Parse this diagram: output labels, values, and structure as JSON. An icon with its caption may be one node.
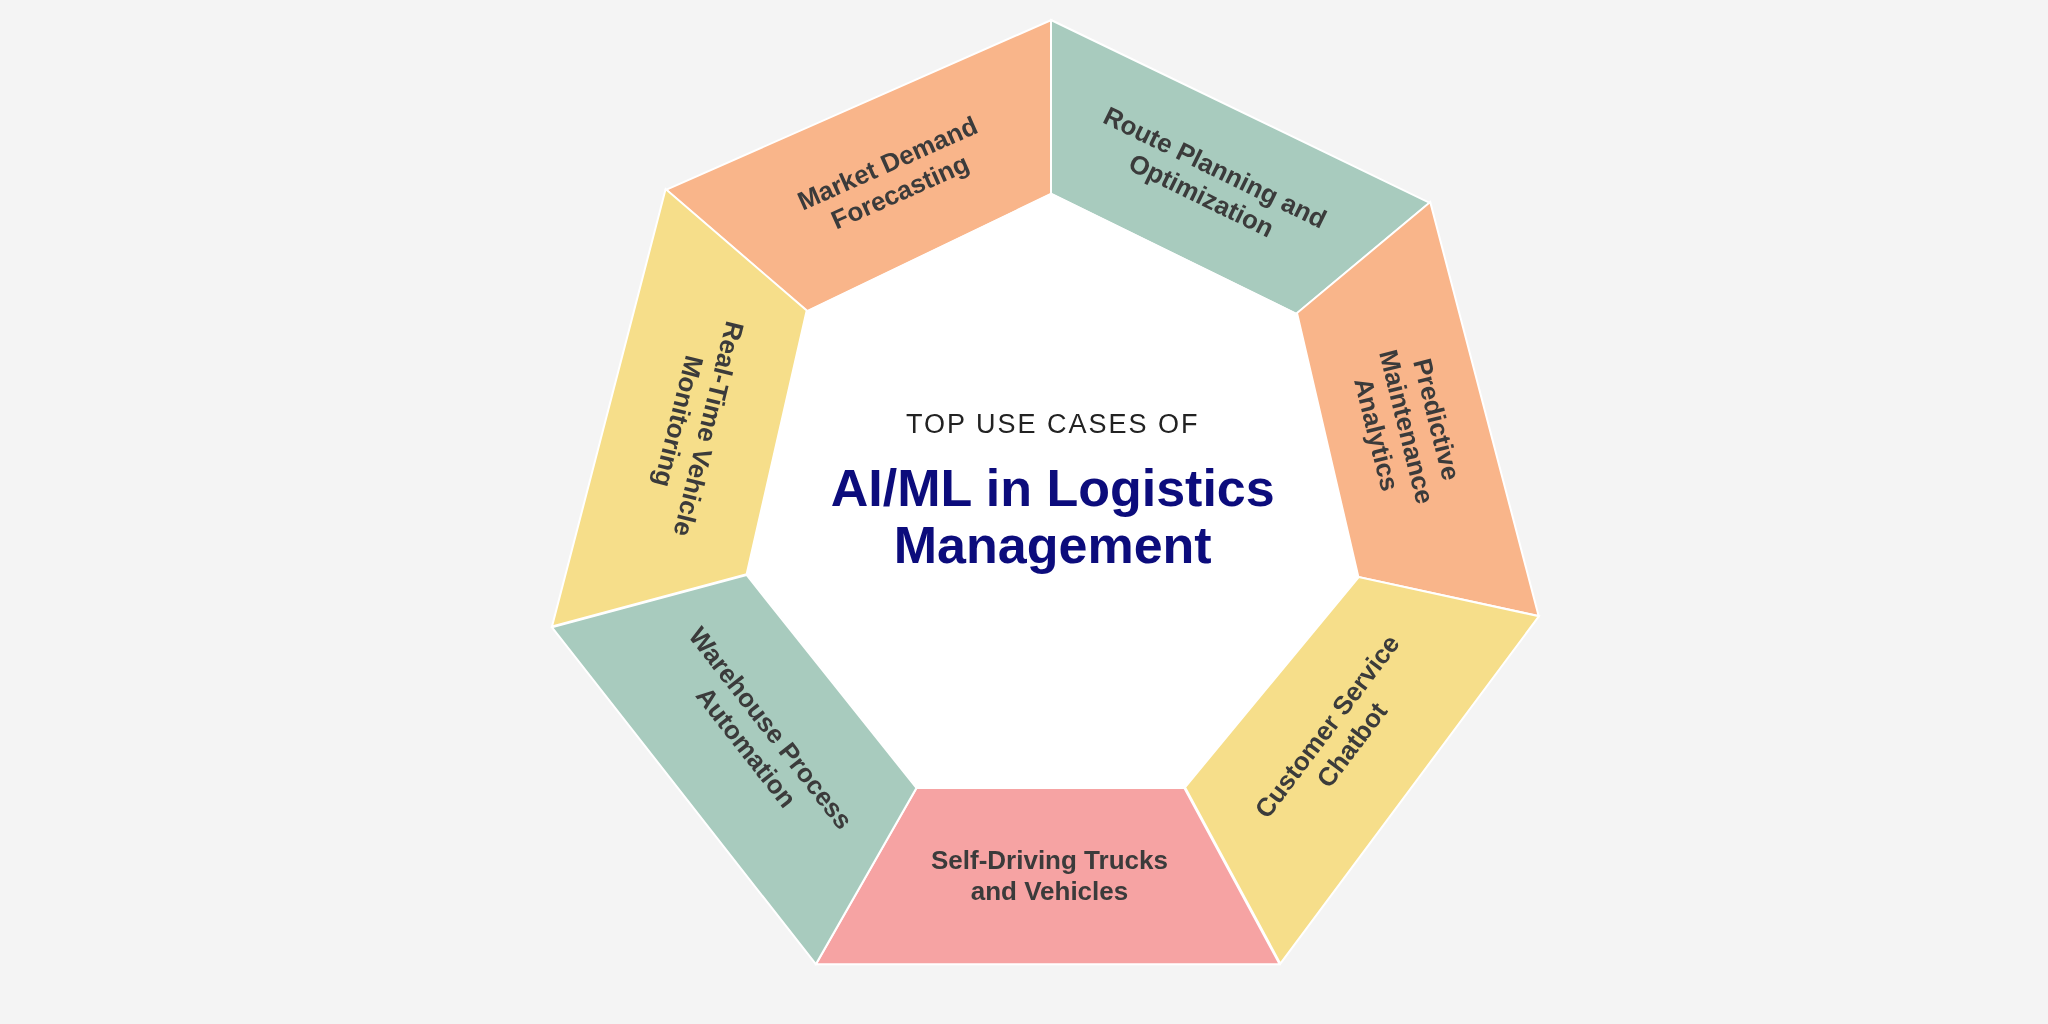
{
  "diagram": {
    "nodes": [
      {
        "text": [
          "TOP USE CASES OF",
          "AI/ML in Logistics Management"
        ]
      },
      {
        "text": [
          "Market Demand Forecasting"
        ]
      },
      {
        "text": [
          "Route Planning and Optimization"
        ]
      },
      {
        "text": [
          "Predictive Maintenance Analytics"
        ]
      },
      {
        "text": [
          "Customer Service Chatbot"
        ]
      },
      {
        "text": [
          "Self-Driving Trucks and Vehicles"
        ]
      },
      {
        "text": [
          "Warehouse Process Automation"
        ]
      },
      {
        "text": [
          "Real-Time Vehicle Monitoring"
        ]
      }
    ]
  }
}
